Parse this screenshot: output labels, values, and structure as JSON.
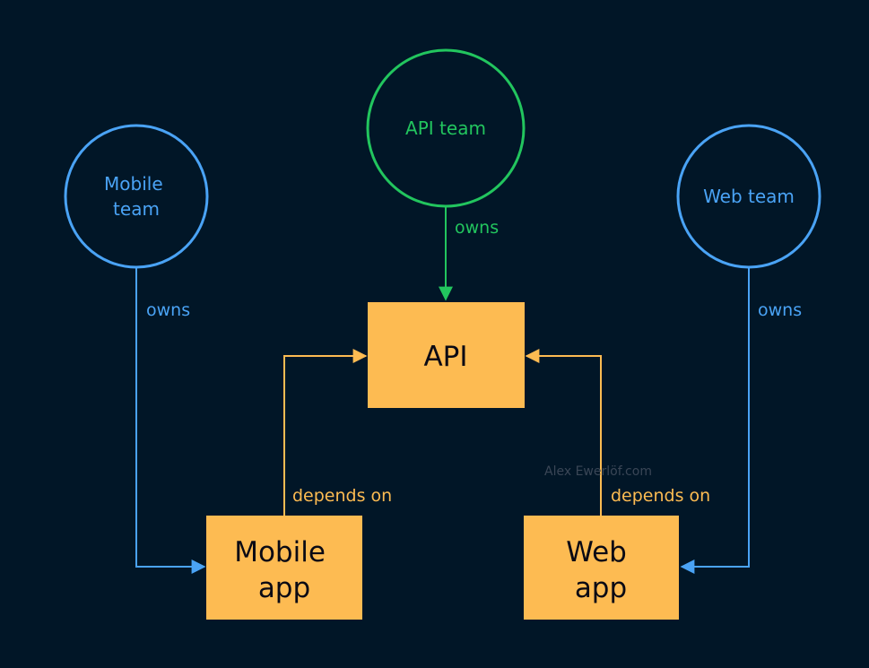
{
  "colors": {
    "background": "#011627",
    "api_team": "#22c55e",
    "side_teams": "#4aa3f5",
    "box_fill": "#fdbb52",
    "depends": "#fdbb52"
  },
  "teams": {
    "mobile": {
      "line1": "Mobile",
      "line2": "team"
    },
    "api": {
      "label": "API team"
    },
    "web": {
      "label": "Web team"
    }
  },
  "boxes": {
    "api": {
      "label": "API"
    },
    "mobile": {
      "line1": "Mobile",
      "line2": "app"
    },
    "web": {
      "line1": "Web",
      "line2": "app"
    }
  },
  "edges": {
    "api_owns": "owns",
    "mobile_owns": "owns",
    "web_owns": "owns",
    "mobile_depends": "depends on",
    "web_depends": "depends on"
  },
  "watermark": "Alex Ewerlöf.com"
}
